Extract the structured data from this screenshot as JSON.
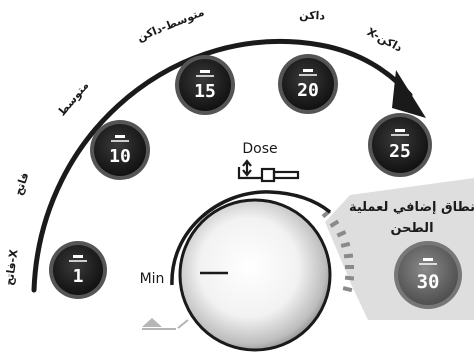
{
  "roast_labels": {
    "x_light": "فاتح-X",
    "light": "فاتح",
    "medium": "متوسط",
    "medium_dark": "متوسط-داكن",
    "dark": "داكن",
    "x_dark": "X-داكن"
  },
  "dials": [
    {
      "value": "1",
      "extended": false
    },
    {
      "value": "10",
      "extended": false
    },
    {
      "value": "15",
      "extended": false
    },
    {
      "value": "20",
      "extended": false
    },
    {
      "value": "25",
      "extended": false
    },
    {
      "value": "30",
      "extended": true
    }
  ],
  "dose_label": "Dose",
  "min_label": "Min",
  "extended_range_label_line1": "نطاق إضافي لعملية",
  "extended_range_label_line2": "الطحن",
  "colors": {
    "dial_dark": "#1a1a1a",
    "dial_ring": "#555555",
    "extended_dial": "#6a6a6a",
    "extended_zone": "#d9d9d9",
    "arc": "#1a1a1a"
  },
  "icons": [
    "arrow-head-icon",
    "dose-portafilter-icon",
    "grind-level-icon"
  ]
}
